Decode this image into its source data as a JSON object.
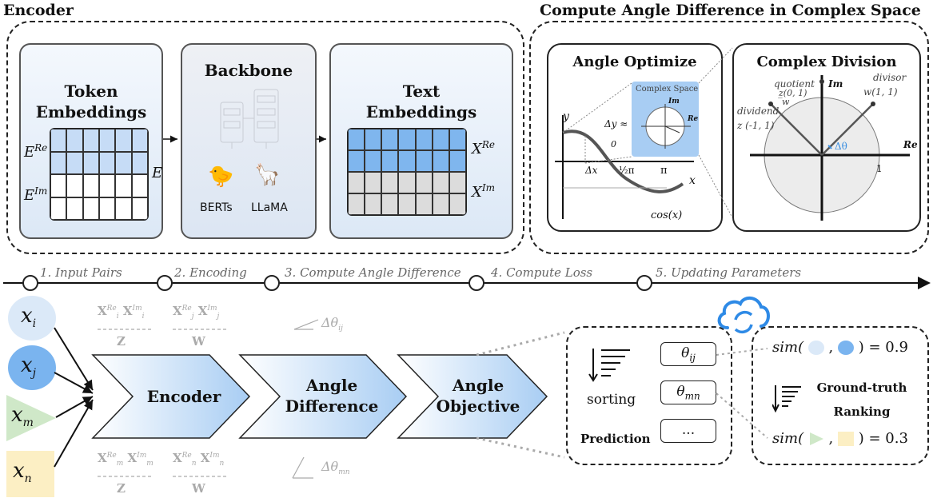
{
  "encoder_section": {
    "title": "Encoder",
    "token_panel": {
      "title_line1": "Token",
      "title_line2": "Embeddings",
      "label_re": "E",
      "label_re_sup": "Re",
      "label_im": "E",
      "label_im_sup": "Im",
      "label_e": "E"
    },
    "backbone_panel": {
      "title": "Backbone",
      "model1": "BERTs",
      "model2": "LLaMA"
    },
    "text_panel": {
      "title_line1": "Text",
      "title_line2": "Embeddings",
      "label_re": "X",
      "label_re_sup": "Re",
      "label_im": "X",
      "label_im_sup": "Im"
    }
  },
  "complex_section": {
    "title": "Compute Angle Difference in Complex Space",
    "angle_panel": {
      "title": "Angle Optimize",
      "complex_space_label": "Complex Space",
      "im": "Im",
      "re": "Re",
      "y": "y",
      "x": "x",
      "dy": "Δy ≈",
      "zero": "0",
      "dx": "Δx",
      "half_pi": "½π",
      "pi": "π",
      "cos": "cos(x)"
    },
    "division_panel": {
      "title": "Complex Division",
      "quotient": "quotient",
      "quotient_val": "z̲(0, 1)",
      "w": "w",
      "divisor": "divisor",
      "divisor_val": "w(1, 1)",
      "dividend": "dividend",
      "dividend_val": "z (-1, 1)",
      "im": "Im",
      "re": "Re",
      "delta": "Δθ",
      "one": "1"
    }
  },
  "pipeline": {
    "steps": [
      "1. Input Pairs",
      "2. Encoding",
      "3. Compute Angle Difference",
      "4. Compute Loss",
      "5. Updating Parameters"
    ]
  },
  "inputs": {
    "xi": "x",
    "xi_sub": "i",
    "xj": "x",
    "xj_sub": "j",
    "xm": "x",
    "xm_sub": "m",
    "xn": "x",
    "xn_sub": "n"
  },
  "ghost_labels": {
    "z": "Z",
    "w": "W",
    "delta_ij": "Δθ",
    "delta_ij_sub": "ij",
    "delta_mn": "Δθ",
    "delta_mn_sub": "mn"
  },
  "stages": {
    "encoder": "Encoder",
    "angle_diff_line1": "Angle",
    "angle_diff_line2": "Difference",
    "objective_line1": "Angle",
    "objective_line2": "Objective"
  },
  "prediction": {
    "sorting": "sorting",
    "label": "Prediction",
    "theta_ij": "θ",
    "theta_ij_sub": "ij",
    "theta_mn": "θ",
    "theta_mn_sub": "mn",
    "ellipsis": "..."
  },
  "ground_truth": {
    "sim_label": "sim(",
    "sim_close": ") =",
    "value1": "0.9",
    "value2": "0.3",
    "title_line1": "Ground-truth",
    "title_line2": "Ranking"
  },
  "colors": {
    "blue_light": "#a8cdf3",
    "blue": "#7ab4ef",
    "green": "#cfe8c8",
    "yellow": "#fcefc4",
    "gray_cell": "#dcdcdc"
  }
}
